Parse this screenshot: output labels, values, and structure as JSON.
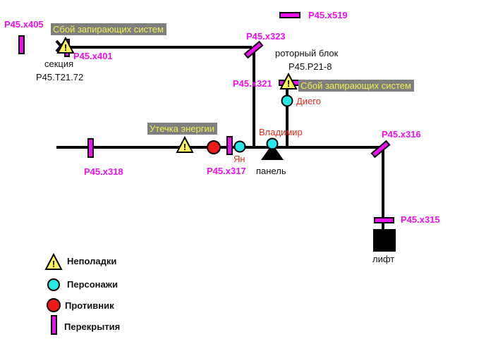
{
  "colors": {
    "door": "#ee10ee",
    "line": "#000000",
    "alert_fill": "#fdf55a",
    "alert_banner_bg": "#7f7f7f",
    "alert_banner_text": "#f0ee50",
    "character": "#27e6e6",
    "character_label": "#ee2a1a",
    "enemy": "#ee1a1a"
  },
  "doors": [
    {
      "id": "P45.x405",
      "label": "P45.x405",
      "orientation": "vertical"
    },
    {
      "id": "P45.x401",
      "label": "P45.x401",
      "orientation": "vertical"
    },
    {
      "id": "P45.x323",
      "label": "P45.x323",
      "orientation": "diagonal"
    },
    {
      "id": "P45.x519",
      "label": "P45.x519",
      "orientation": "horizontal"
    },
    {
      "id": "P45.x321",
      "label": "P45.x321",
      "orientation": "horizontal"
    },
    {
      "id": "P45.x318",
      "label": "P45.x318",
      "orientation": "vertical"
    },
    {
      "id": "P45.x317",
      "label": "P45.x317",
      "orientation": "vertical"
    },
    {
      "id": "P45.x316",
      "label": "P45.x316",
      "orientation": "diagonal"
    },
    {
      "id": "P45.x315",
      "label": "P45.x315",
      "orientation": "horizontal"
    }
  ],
  "places": {
    "section": {
      "line1": "секция",
      "line2": "P45.T21.72"
    },
    "rotor_block": {
      "line1": "роторный блок",
      "line2": "P45.P21-8"
    },
    "panel": "панель",
    "lift": "лифт"
  },
  "alerts": [
    {
      "id": "lock-failure-section",
      "text": "Сбой запирающих систем"
    },
    {
      "id": "lock-failure-rotor",
      "text": "Сбой запирающих систем"
    },
    {
      "id": "energy-leak",
      "text": "Утечка энергии"
    }
  ],
  "characters": [
    {
      "name": "Диего"
    },
    {
      "name": "Владимир"
    },
    {
      "name": "Ян"
    }
  ],
  "enemies": [
    {
      "name": "enemy"
    }
  ],
  "legend": [
    {
      "icon": "warning-triangle",
      "label": "Неполадки"
    },
    {
      "icon": "cyan-circle",
      "label": "Персонажи"
    },
    {
      "icon": "red-circle",
      "label": "Противник"
    },
    {
      "icon": "magenta-bar",
      "label": "Перекрытия"
    }
  ]
}
